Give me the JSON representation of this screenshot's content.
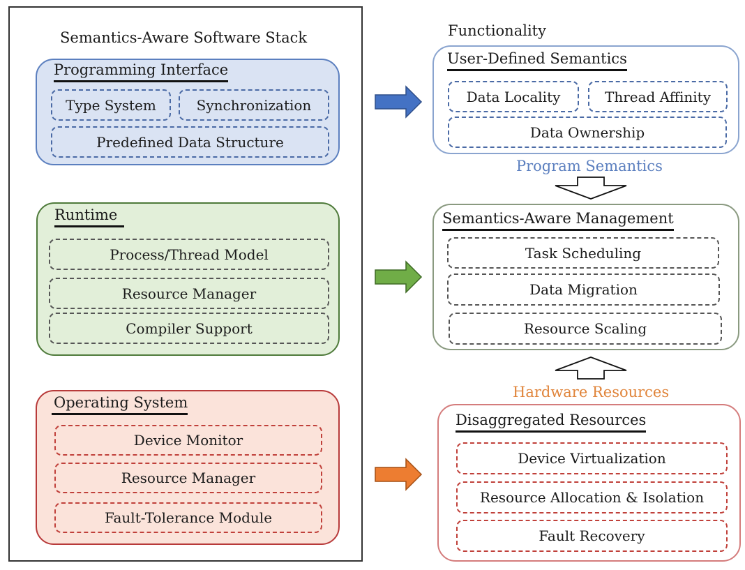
{
  "left_panel": {
    "title": "Semantics-Aware Software Stack",
    "programming_interface": {
      "heading": "Programming Interface",
      "items": [
        "Type System",
        "Synchronization",
        "Predefined Data Structure"
      ]
    },
    "runtime": {
      "heading": "Runtime",
      "items": [
        "Process/Thread Model",
        "Resource Manager",
        "Compiler Support"
      ]
    },
    "operating_system": {
      "heading": "Operating System",
      "items": [
        "Device Monitor",
        "Resource Manager",
        "Fault-Tolerance Module"
      ]
    }
  },
  "right_panel": {
    "title": "Functionality",
    "user_defined": {
      "heading": "User-Defined Semantics",
      "items": [
        "Data Locality",
        "Thread Affinity",
        "Data Ownership"
      ]
    },
    "program_semantics_label": "Program Semantics",
    "management": {
      "heading": "Semantics-Aware Management",
      "items": [
        "Task Scheduling",
        "Data Migration",
        "Resource Scaling"
      ]
    },
    "hardware_resources_label": "Hardware Resources",
    "disaggregated": {
      "heading": "Disaggregated Resources",
      "items": [
        "Device Virtualization",
        "Resource Allocation & Isolation",
        "Fault Recovery"
      ]
    }
  },
  "colors": {
    "blue_arrow": "#4472c4",
    "green_arrow": "#70ad47",
    "orange_arrow": "#ed7d31",
    "program_semantics_text": "#5b7fbf",
    "hardware_resources_text": "#e0843a"
  }
}
